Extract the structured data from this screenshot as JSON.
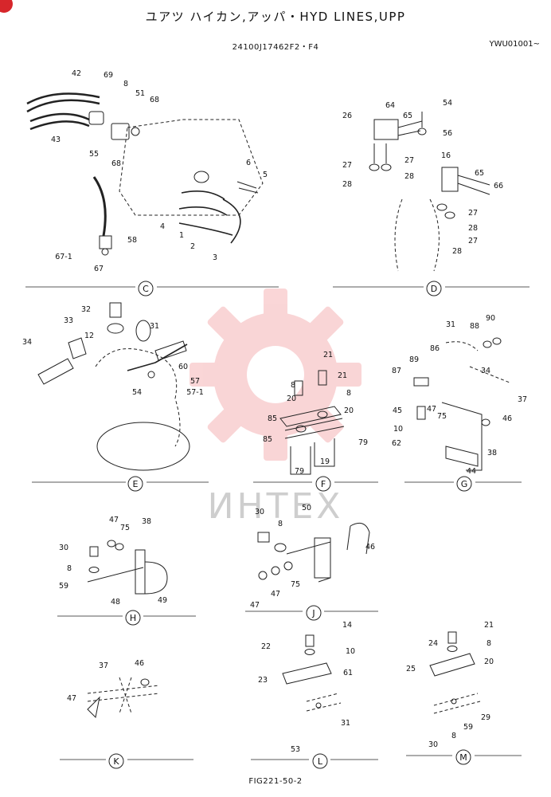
{
  "header": {
    "title": "ユアツ ハイカン,アッパ・HYD LINES,UPP",
    "doc_number": "24100J17462F2・F4",
    "serial": "YWU01001~"
  },
  "footer": {
    "figure_number": "FIG221-50-2"
  },
  "watermark": {
    "text": "ИНТЕХ",
    "color": "#e8434a"
  },
  "sections": [
    "C",
    "D",
    "E",
    "F",
    "G",
    "H",
    "J",
    "K",
    "L",
    "M"
  ],
  "labels": {
    "C": [
      "42",
      "69",
      "8",
      "51",
      "68",
      "43",
      "55",
      "68",
      "6",
      "5",
      "4",
      "1",
      "2",
      "3",
      "58",
      "67-1",
      "67"
    ],
    "D": [
      "54",
      "64",
      "65",
      "26",
      "56",
      "27",
      "27",
      "28",
      "28",
      "16",
      "65",
      "66",
      "27",
      "28",
      "27",
      "28"
    ],
    "E": [
      "32",
      "33",
      "12",
      "31",
      "34",
      "60",
      "57",
      "54",
      "57-1"
    ],
    "F": [
      "21",
      "8",
      "21",
      "20",
      "8",
      "85",
      "20",
      "85",
      "79",
      "19",
      "79"
    ],
    "G": [
      "31",
      "88",
      "90",
      "86",
      "89",
      "87",
      "34",
      "37",
      "45",
      "47",
      "75",
      "46",
      "10",
      "62",
      "38",
      "44"
    ],
    "H": [
      "47",
      "75",
      "38",
      "30",
      "8",
      "59",
      "48",
      "49"
    ],
    "J": [
      "30",
      "50",
      "8",
      "46",
      "47",
      "47",
      "75"
    ],
    "K": [
      "37",
      "46",
      "47"
    ],
    "L": [
      "14",
      "22",
      "10",
      "23",
      "61",
      "31",
      "53"
    ],
    "M": [
      "21",
      "24",
      "8",
      "25",
      "20",
      "29",
      "59",
      "8",
      "30"
    ]
  }
}
